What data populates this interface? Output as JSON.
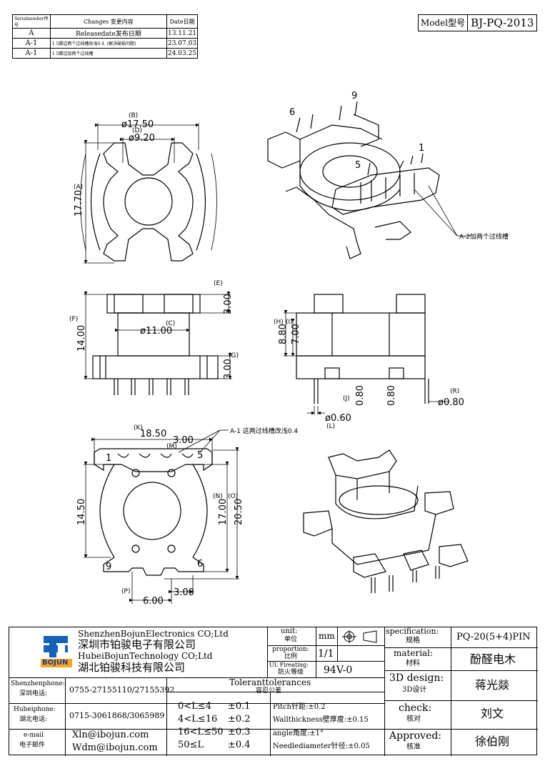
{
  "revision": {
    "headers": [
      "Serialnumber序号",
      "Changes 变更内容",
      "Date日期"
    ],
    "rows": [
      {
        "serial": "A",
        "change": "Releasedate发布日期",
        "date": "13.11.21"
      },
      {
        "serial": "A-1",
        "change": "1 5脚边两个过线槽改浅0.4. (解决破损问题)",
        "date": "23.07.03"
      },
      {
        "serial": "A-1",
        "change": "1 5脚边加两个过线槽",
        "date": "24.03.25"
      }
    ]
  },
  "model": {
    "label": "Model型号",
    "value": "BJ-PQ-2013"
  },
  "top_view": {
    "dim_b": "ø17.50",
    "dim_b_tag": "(B)",
    "dim_d": "ø9.20",
    "dim_d_tag": "(D)",
    "dim_a": "17.70",
    "dim_a_tag": "(A)"
  },
  "iso_top": {
    "pin6": "6",
    "pin9": "9",
    "pin5": "5",
    "pin1": "1",
    "note": "A-2加两个过线槽"
  },
  "front_view": {
    "dim_e": "3.00",
    "dim_e_tag": "(E)",
    "dim_f": "14.00",
    "dim_f_tag": "(F)",
    "dim_c": "ø11.00",
    "dim_c_tag": "(C)",
    "dim_g": "3.00",
    "dim_g_tag": "(G)"
  },
  "side_view": {
    "dim_h": "8.80",
    "dim_h_tag": "(H)",
    "dim_i": "7.00",
    "dim_i_tag": "(I)",
    "dim_j": "0.80",
    "dim_j_tag": "(J)",
    "dim_k2": "0.80",
    "dim_r": "ø0.80",
    "dim_r_tag": "(R)",
    "dim_l": "ø0.60",
    "dim_l_tag": "(L)"
  },
  "bottom_view": {
    "dim_k": "18.50",
    "dim_k_tag": "(K)",
    "dim_m": "3.00",
    "dim_m_tag": "(M)",
    "note": "A-1 这两过线槽改浅0.4",
    "pin1": "1",
    "pin5": "5",
    "pin9": "9",
    "pin6": "6",
    "dim_left": "14.50",
    "dim_n": "17.00",
    "dim_n_tag": "(N)",
    "dim_o": "20.50",
    "dim_o_tag": "(O)",
    "dim_p": "6.00",
    "dim_p_tag": "(P)",
    "dim_q": "3.00"
  },
  "title_block": {
    "company_en_1": "ShenzhenBojunElectronics CO;Ltd",
    "company_cn_1": "深圳市铂骏电子有限公司",
    "company_en_2": "HubeiBojunTechnology CO;Ltd",
    "company_cn_2": "湖北铂骏科技有限公司",
    "logo_text": "BOJUN",
    "unit_label_en": "unit:",
    "unit_label_cn": "单位",
    "unit_value": "mm",
    "proportion_label_en": "proportion:",
    "proportion_label_cn": "比例",
    "proportion_value": "1/1",
    "ul_label_en": "UL Fireating:",
    "ul_label_cn": "防火等级",
    "ul_value": "94V-0",
    "spec_label_en": "specification:",
    "spec_label_cn": "规格",
    "spec_value": "PQ-20(5+4)PIN",
    "material_label_en": "material:",
    "material_label_cn": "材料",
    "material_value": "酚醛电木",
    "design_label_en": "3D design:",
    "design_label_cn": "3D设计",
    "design_value": "蒋光燚",
    "check_label_en": "check:",
    "check_label_cn": "核对",
    "check_value": "刘文",
    "approved_label_en": "Approved:",
    "approved_label_cn": "核准",
    "approved_value": "徐伯刚",
    "sz_phone_label_en": "Shenzhenphone:",
    "sz_phone_label_cn": "深圳电话:",
    "sz_phone": "0755-27155110/27155392",
    "hb_phone_label_en": "Hubeiphone:",
    "hb_phone_label_cn": "湖北电话:",
    "hb_phone": "0715-3061868/3065989",
    "email_label_en": "e-mail",
    "email_label_cn": "电子邮件",
    "email_1": "Xln@ibojun.com",
    "email_2": "Wdm@ibojun.com",
    "tol_title_en": "Toleranttolerances",
    "tol_title_cn": "容忍公差",
    "tol_ranges": [
      "0<L≤4",
      "4<L≤16",
      "16<L≤50",
      "50≤L"
    ],
    "tol_values": [
      "±0.1",
      "±0.2",
      "±0.3",
      "±0.4"
    ],
    "tol_notes": [
      "Pitch针距:±0.2",
      "Wallthickness壁厚度:±0.15",
      "angle角度:±1°",
      "Needlediameter针径:±0.05"
    ]
  }
}
